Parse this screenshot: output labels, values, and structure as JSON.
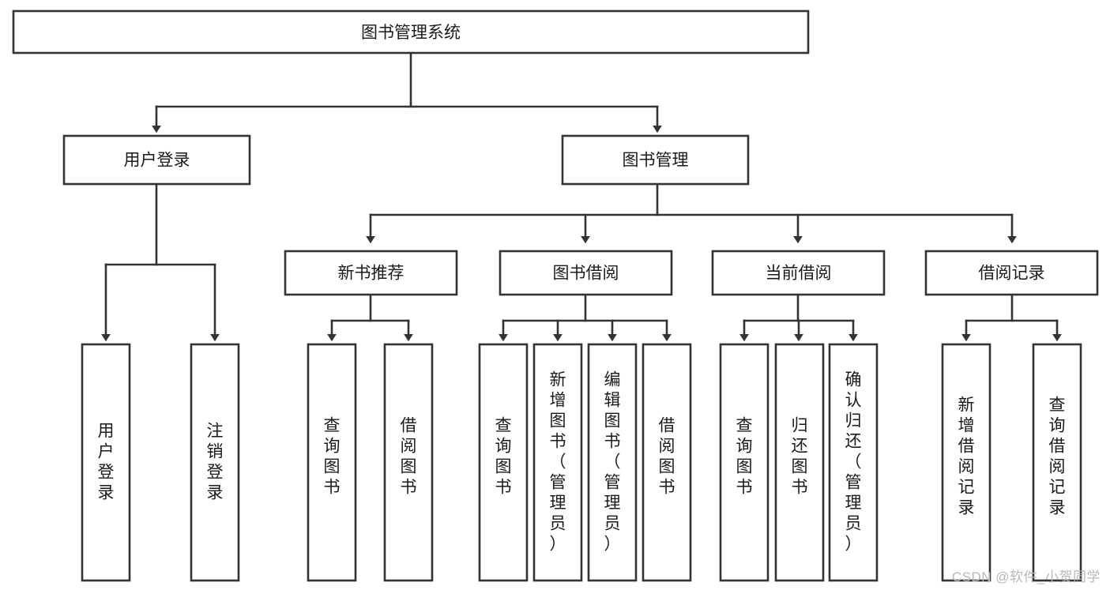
{
  "diagram": {
    "title": "图书管理系统",
    "type": "tree",
    "root": {
      "id": "root",
      "label": "图书管理系统",
      "orientation": "horizontal"
    },
    "level2": [
      {
        "id": "user-login",
        "label": "用户登录",
        "orientation": "horizontal"
      },
      {
        "id": "book-manage",
        "label": "图书管理",
        "orientation": "horizontal"
      }
    ],
    "level3": [
      {
        "id": "new-book-recommend",
        "label": "新书推荐",
        "parent": "book-manage",
        "orientation": "horizontal"
      },
      {
        "id": "book-borrow",
        "label": "图书借阅",
        "parent": "book-manage",
        "orientation": "horizontal"
      },
      {
        "id": "current-borrow",
        "label": "当前借阅",
        "parent": "book-manage",
        "orientation": "horizontal"
      },
      {
        "id": "borrow-record",
        "label": "借阅记录",
        "parent": "book-manage",
        "orientation": "horizontal"
      }
    ],
    "leaves": [
      {
        "id": "leaf-user-login",
        "label": "用户登录",
        "parent": "user-login",
        "orientation": "vertical"
      },
      {
        "id": "leaf-logout",
        "label": "注销登录",
        "parent": "user-login",
        "orientation": "vertical"
      },
      {
        "id": "leaf-query-book-1",
        "label": "查询图书",
        "parent": "new-book-recommend",
        "orientation": "vertical"
      },
      {
        "id": "leaf-borrow-book-1",
        "label": "借阅图书",
        "parent": "new-book-recommend",
        "orientation": "vertical"
      },
      {
        "id": "leaf-query-book-2",
        "label": "查询图书",
        "parent": "book-borrow",
        "orientation": "vertical"
      },
      {
        "id": "leaf-add-book",
        "label": "新增图书（管理员）",
        "parent": "book-borrow",
        "orientation": "vertical"
      },
      {
        "id": "leaf-edit-book",
        "label": "编辑图书（管理员）",
        "parent": "book-borrow",
        "orientation": "vertical"
      },
      {
        "id": "leaf-borrow-book-2",
        "label": "借阅图书",
        "parent": "book-borrow",
        "orientation": "vertical"
      },
      {
        "id": "leaf-query-book-3",
        "label": "查询图书",
        "parent": "current-borrow",
        "orientation": "vertical"
      },
      {
        "id": "leaf-return-book",
        "label": "归还图书",
        "parent": "current-borrow",
        "orientation": "vertical"
      },
      {
        "id": "leaf-confirm-return",
        "label": "确认归还（管理员）",
        "parent": "current-borrow",
        "orientation": "vertical"
      },
      {
        "id": "leaf-add-record",
        "label": "新增借阅记录",
        "parent": "borrow-record",
        "orientation": "vertical"
      },
      {
        "id": "leaf-query-record",
        "label": "查询借阅记录",
        "parent": "borrow-record",
        "orientation": "vertical"
      }
    ],
    "colors": {
      "box_fill": "#ffffff",
      "box_stroke": "#333333",
      "text": "#1a1a1a",
      "watermark": "#b8b8b8",
      "background": "#ffffff"
    }
  },
  "watermark": {
    "text": "CSDN @软件_小贺同学"
  }
}
